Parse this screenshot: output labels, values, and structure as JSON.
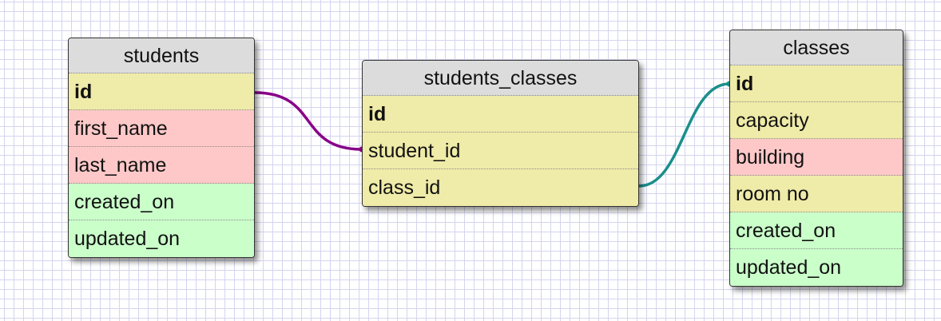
{
  "tables": [
    {
      "id": "students",
      "name": "students",
      "columns": [
        {
          "name": "id",
          "type": "primary-key",
          "color": "#efeba8"
        },
        {
          "name": "first_name",
          "type": "field",
          "color": "#fec8c8"
        },
        {
          "name": "last_name",
          "type": "field",
          "color": "#fec8c8"
        },
        {
          "name": "created_on",
          "type": "field",
          "color": "#caffca"
        },
        {
          "name": "updated_on",
          "type": "field",
          "color": "#caffca"
        }
      ]
    },
    {
      "id": "students_classes",
      "name": "students_classes",
      "columns": [
        {
          "name": "id",
          "type": "primary-key",
          "color": "#efeba8"
        },
        {
          "name": "student_id",
          "type": "foreign-key",
          "color": "#efeba8"
        },
        {
          "name": "class_id",
          "type": "foreign-key",
          "color": "#efeba8"
        }
      ]
    },
    {
      "id": "classes",
      "name": "classes",
      "columns": [
        {
          "name": "id",
          "type": "primary-key",
          "color": "#efeba8"
        },
        {
          "name": "capacity",
          "type": "field",
          "color": "#efeba8"
        },
        {
          "name": "building",
          "type": "field",
          "color": "#fec8c8"
        },
        {
          "name": "room no",
          "type": "field",
          "color": "#efeba8"
        },
        {
          "name": "created_on",
          "type": "field",
          "color": "#caffca"
        },
        {
          "name": "updated_on",
          "type": "field",
          "color": "#caffca"
        }
      ]
    }
  ],
  "relationships": [
    {
      "from": "students.id",
      "to": "students_classes.student_id",
      "color": "#880088"
    },
    {
      "from": "students_classes.class_id",
      "to": "classes.id",
      "color": "#1a8f8a"
    }
  ],
  "colors": {
    "header": "#dcdcdc",
    "key_yellow": "#efeba8",
    "field_pink": "#fec8c8",
    "meta_green": "#caffca",
    "grid": "#d4d4f0"
  }
}
